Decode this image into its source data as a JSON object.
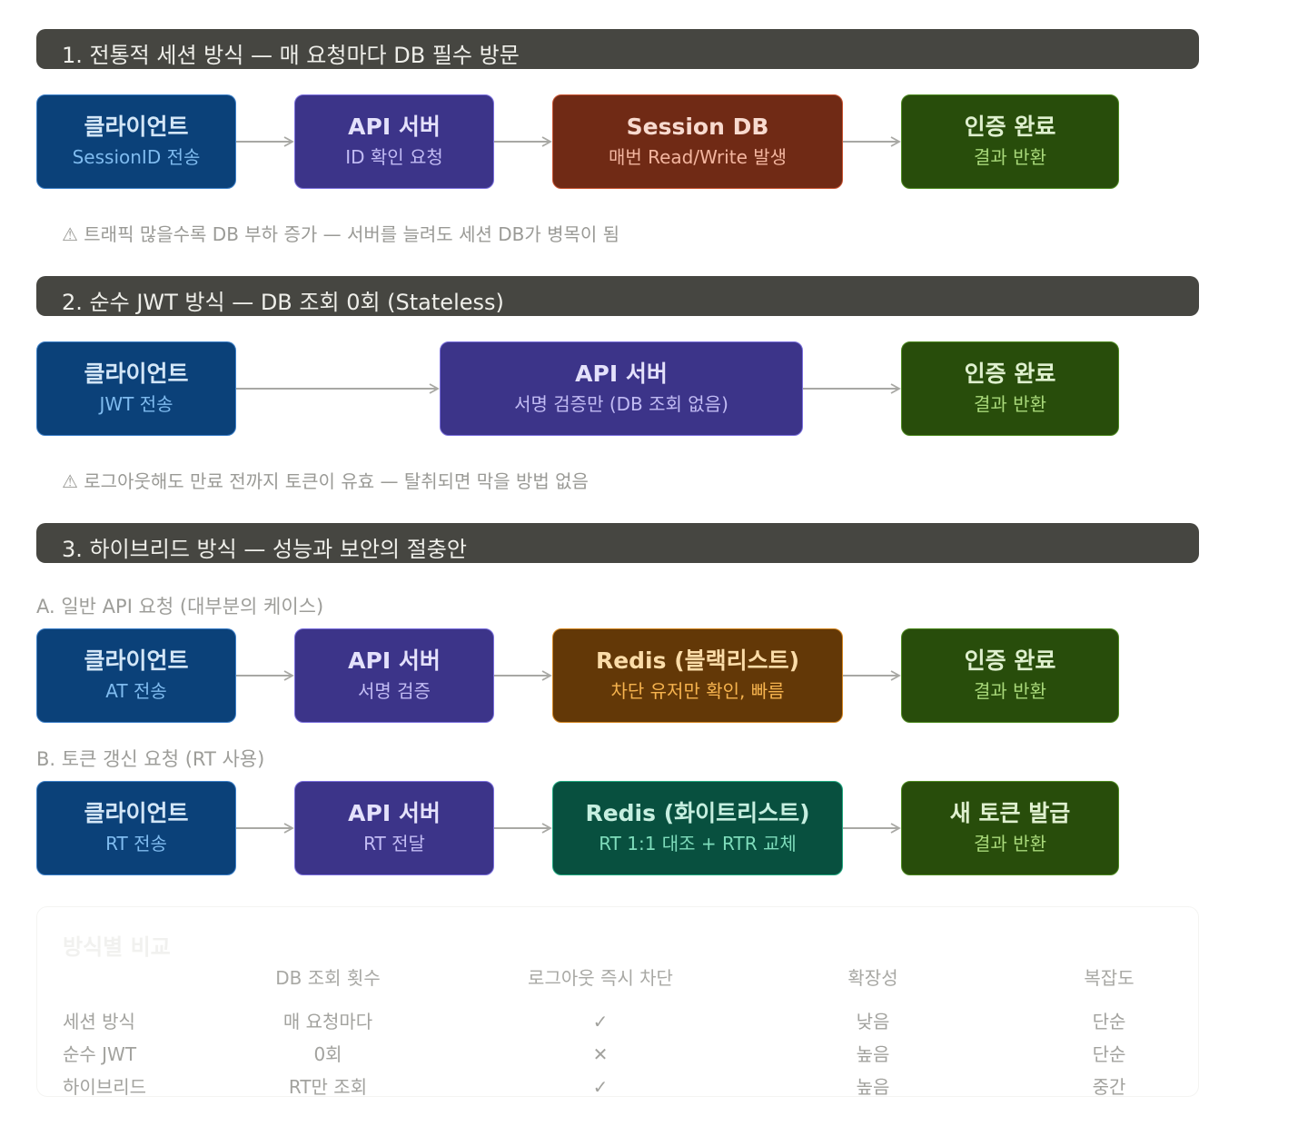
{
  "section1": {
    "title": "1. 전통적 세션 방식 — 매 요청마다 DB 필수 방문",
    "boxes": [
      {
        "title": "클라이언트",
        "sub": "SessionID 전송"
      },
      {
        "title": "API 서버",
        "sub": "ID 확인 요청"
      },
      {
        "title": "Session DB",
        "sub": "매번 Read/Write 발생"
      },
      {
        "title": "인증 완료",
        "sub": "결과 반환"
      }
    ],
    "note": "⚠ 트래픽 많을수록 DB 부하 증가 — 서버를 늘려도 세션 DB가 병목이 됨"
  },
  "section2": {
    "title": "2. 순수 JWT 방식 — DB 조회 0회 (Stateless)",
    "boxes": [
      {
        "title": "클라이언트",
        "sub": "JWT 전송"
      },
      {
        "title": "API 서버",
        "sub": "서명 검증만 (DB 조회 없음)"
      },
      {
        "title": "인증 완료",
        "sub": "결과 반환"
      }
    ],
    "note": "⚠ 로그아웃해도 만료 전까지 토큰이 유효 — 탈취되면 막을 방법 없음"
  },
  "section3": {
    "title": "3. 하이브리드 방식 — 성능과 보안의 절충안",
    "flowA": {
      "label": "A. 일반 API 요청 (대부분의 케이스)",
      "boxes": [
        {
          "title": "클라이언트",
          "sub": "AT 전송"
        },
        {
          "title": "API 서버",
          "sub": "서명 검증"
        },
        {
          "title": "Redis (블랙리스트)",
          "sub": "차단 유저만 확인, 빠름"
        },
        {
          "title": "인증 완료",
          "sub": "결과 반환"
        }
      ]
    },
    "flowB": {
      "label": "B. 토큰 갱신 요청 (RT 사용)",
      "boxes": [
        {
          "title": "클라이언트",
          "sub": "RT 전송"
        },
        {
          "title": "API 서버",
          "sub": "RT 전달"
        },
        {
          "title": "Redis (화이트리스트)",
          "sub": "RT 1:1 대조 + RTR 교체"
        },
        {
          "title": "새 토큰 발급",
          "sub": "결과 반환"
        }
      ]
    }
  },
  "comparison": {
    "title": "방식별 비교",
    "headers": [
      "DB 조회 횟수",
      "로그아웃 즉시 차단",
      "확장성",
      "복잡도"
    ],
    "rows": [
      {
        "name": "세션 방식",
        "db": "매 요청마다",
        "logout": "✓",
        "scale": "낮음",
        "complexity": "단순"
      },
      {
        "name": "순수 JWT",
        "db": "0회",
        "logout": "✕",
        "scale": "높음",
        "complexity": "단순"
      },
      {
        "name": "하이브리드",
        "db": "RT만 조회",
        "logout": "✓",
        "scale": "높음",
        "complexity": "중간"
      }
    ]
  },
  "colors": {
    "header_bg": "#464641",
    "client": "#0b4179",
    "api": "#3c3489",
    "session_db": "#702a15",
    "done": "#284d0b",
    "redis_black": "#633807",
    "redis_white": "#08503f",
    "arrow": "#a8a8a4"
  }
}
